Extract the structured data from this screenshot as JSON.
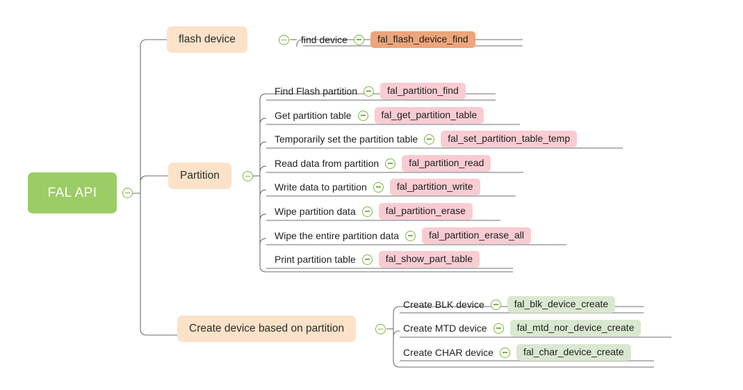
{
  "diagram": {
    "type": "mindmap",
    "title": "FAL API",
    "root": {
      "label": "FAL API",
      "color": "#9ccc65",
      "text_color": "#ffffff",
      "toggle_icon": "minus-circle-icon"
    },
    "branch_color": "#fbe2c8",
    "toggle_color": "#7cb342",
    "branches": [
      {
        "id": "flash-device",
        "label": "flash device",
        "badge_color": "#eda57a",
        "children": [
          {
            "label": "find device",
            "api": "fal_flash_device_find"
          }
        ]
      },
      {
        "id": "partition",
        "label": "Partition",
        "badge_color": "#f9ccd2",
        "children": [
          {
            "label": "Find Flash partition",
            "api": "fal_partition_find"
          },
          {
            "label": "Get partition table",
            "api": "fal_get_partition_table"
          },
          {
            "label": "Temporarily set the partition table",
            "api": "fal_set_partition_table_temp"
          },
          {
            "label": "Read data from partition",
            "api": "fal_partition_read"
          },
          {
            "label": "Write data to partition",
            "api": "fal_partition_write"
          },
          {
            "label": "Wipe partition data",
            "api": "fal_partition_erase"
          },
          {
            "label": "Wipe the entire partition data",
            "api": "fal_partition_erase_all"
          },
          {
            "label": "Print partition table",
            "api": "fal_show_part_table"
          }
        ]
      },
      {
        "id": "create-device",
        "label": "Create device based on partition",
        "badge_color": "#d9e8d0",
        "children": [
          {
            "label": "Create BLK device",
            "api": "fal_blk_device_create"
          },
          {
            "label": "Create MTD device",
            "api": "fal_mtd_nor_device_create"
          },
          {
            "label": "Create CHAR device",
            "api": "fal_char_device_create"
          }
        ]
      }
    ]
  }
}
